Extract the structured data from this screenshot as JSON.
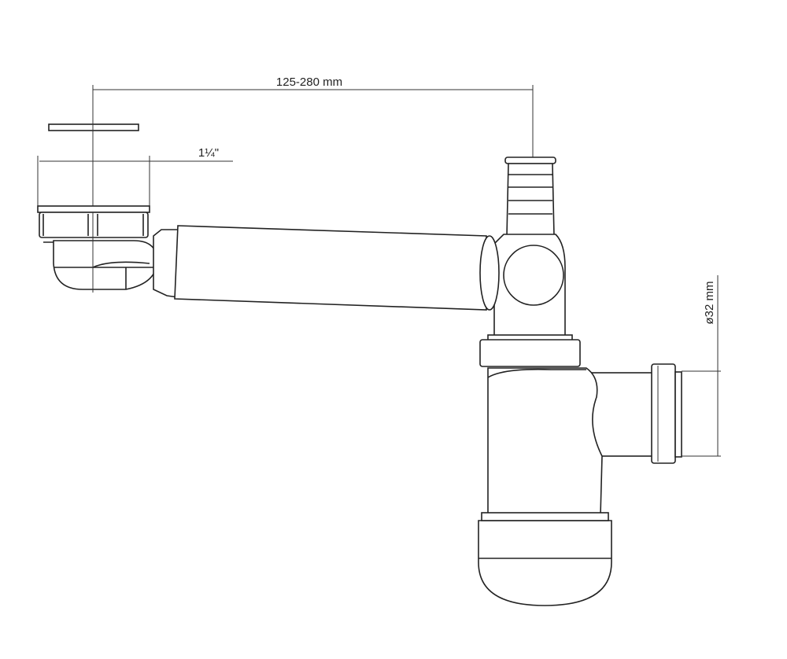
{
  "diagram": {
    "dimensions": {
      "pipe_length": "125-280 mm",
      "waste_size": "1¼\"",
      "outlet_diameter": "ø32 mm"
    }
  }
}
